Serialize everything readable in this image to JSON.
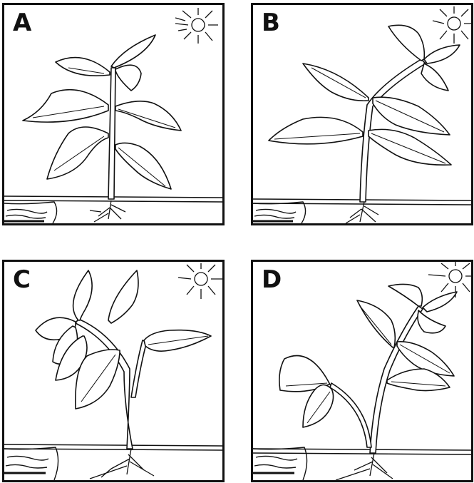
{
  "panels": [
    {
      "id": "a",
      "label": "A",
      "light_source": "top-right",
      "plant_lean": "upright"
    },
    {
      "id": "b",
      "label": "B",
      "light_source": "top-right",
      "plant_lean": "toward-light"
    },
    {
      "id": "c",
      "label": "C",
      "light_source": "top-right",
      "plant_lean": "away-from-light"
    },
    {
      "id": "d",
      "label": "D",
      "light_source": "top-right",
      "plant_lean": "toward-light"
    }
  ],
  "colors": {
    "ink": "#111111",
    "background": "#ffffff"
  },
  "icons": {
    "sun": "sun-icon",
    "plant": "plant-icon",
    "roots": "roots-icon",
    "water": "water-icon"
  }
}
